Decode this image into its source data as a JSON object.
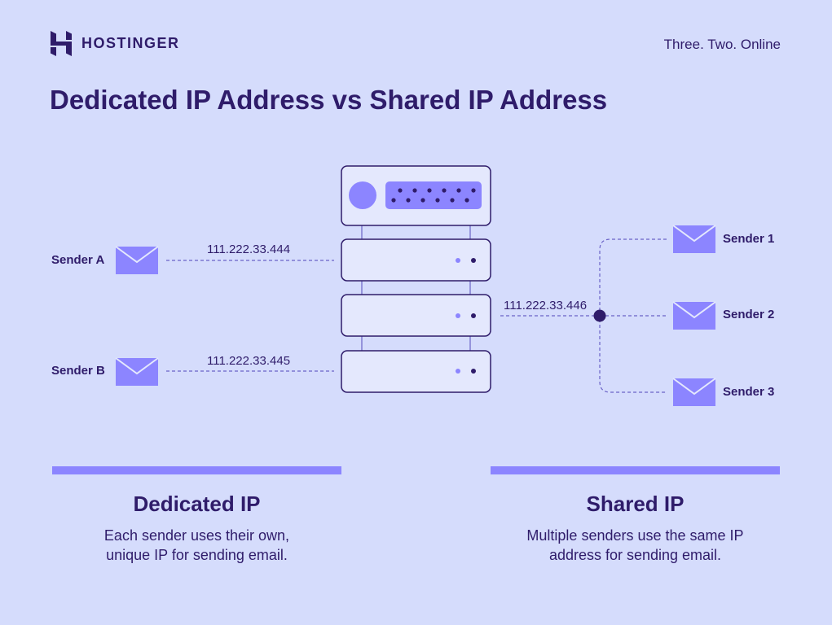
{
  "brand": {
    "name": "HOSTINGER",
    "logo_icon": "hostinger-h-logo"
  },
  "tagline": "Three. Two. Online",
  "title": "Dedicated IP Address vs Shared IP Address",
  "diagram": {
    "dedicated_senders": [
      {
        "label": "Sender A",
        "ip": "111.222.33.444"
      },
      {
        "label": "Sender B",
        "ip": "111.222.33.445"
      }
    ],
    "shared_ip": "111.222.33.446",
    "shared_senders": [
      {
        "label": "Sender 1"
      },
      {
        "label": "Sender 2"
      },
      {
        "label": "Sender 3"
      }
    ],
    "icons": {
      "envelope": "envelope-icon",
      "server": "server-rack-icon"
    }
  },
  "columns": {
    "dedicated": {
      "title": "Dedicated IP",
      "line1": "Each sender uses their own,",
      "line2": "unique IP for sending email."
    },
    "shared": {
      "title": "Shared IP",
      "line1": "Multiple senders use the same IP",
      "line2": "address for sending email."
    }
  },
  "colors": {
    "background": "#d5dcfc",
    "text": "#2f1c6a",
    "accent": "#8c85ff",
    "server_fill": "#e4e8fd"
  }
}
